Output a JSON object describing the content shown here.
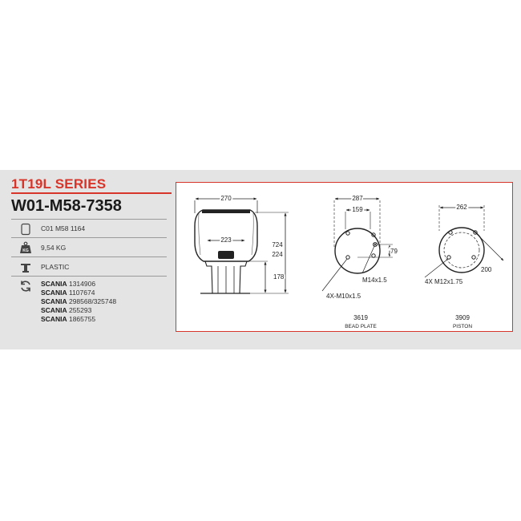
{
  "header": {
    "series": "1T19L SERIES",
    "part_number": "W01-M58-7358"
  },
  "specs": {
    "code": "C01 M58 1164",
    "weight": "9,54 KG",
    "piston_material": "PLASTIC"
  },
  "cross_references": [
    {
      "brand": "SCANIA",
      "number": "1314906"
    },
    {
      "brand": "SCANIA",
      "number": "1107674"
    },
    {
      "brand": "SCANIA",
      "number": "298568/325748"
    },
    {
      "brand": "SCANIA",
      "number": "255293"
    },
    {
      "brand": "SCANIA",
      "number": "1865755"
    }
  ],
  "drawing": {
    "side_view": {
      "width": "270",
      "inner_width": "223",
      "height_max": "724",
      "height_min": "224",
      "height_piston": "178"
    },
    "bead_plate": {
      "dim_outer": "287",
      "dim_inner": "159",
      "dim_offset": "79",
      "thread_center": "M14x1.5",
      "thread_bolts": "4X-M10x1.5",
      "code": "3619",
      "caption": "BEAD PLATE"
    },
    "piston": {
      "dim_diameter": "262",
      "dim_bolt_circle": "200",
      "thread_bolts": "4X M12x1.75",
      "code": "3909",
      "caption": "PISTON"
    }
  },
  "colors": {
    "accent": "#d8352a",
    "band": "#e4e4e4",
    "text": "#1a1a1a"
  },
  "icons": {
    "code": "document-icon",
    "weight": "weight-kg-icon",
    "material": "piston-icon",
    "references": "sync-arrows-icon"
  }
}
